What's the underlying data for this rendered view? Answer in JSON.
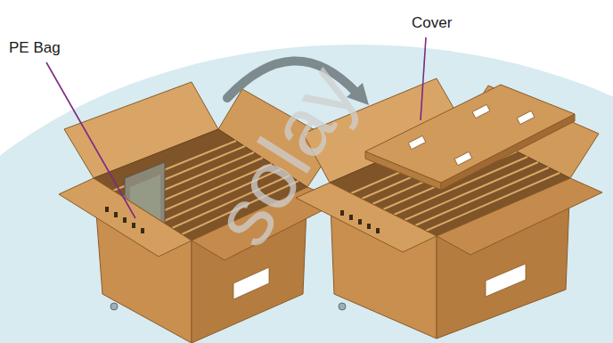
{
  "diagram": {
    "labels": [
      "PE Bag",
      "Cover",
      "solay"
    ]
  }
}
